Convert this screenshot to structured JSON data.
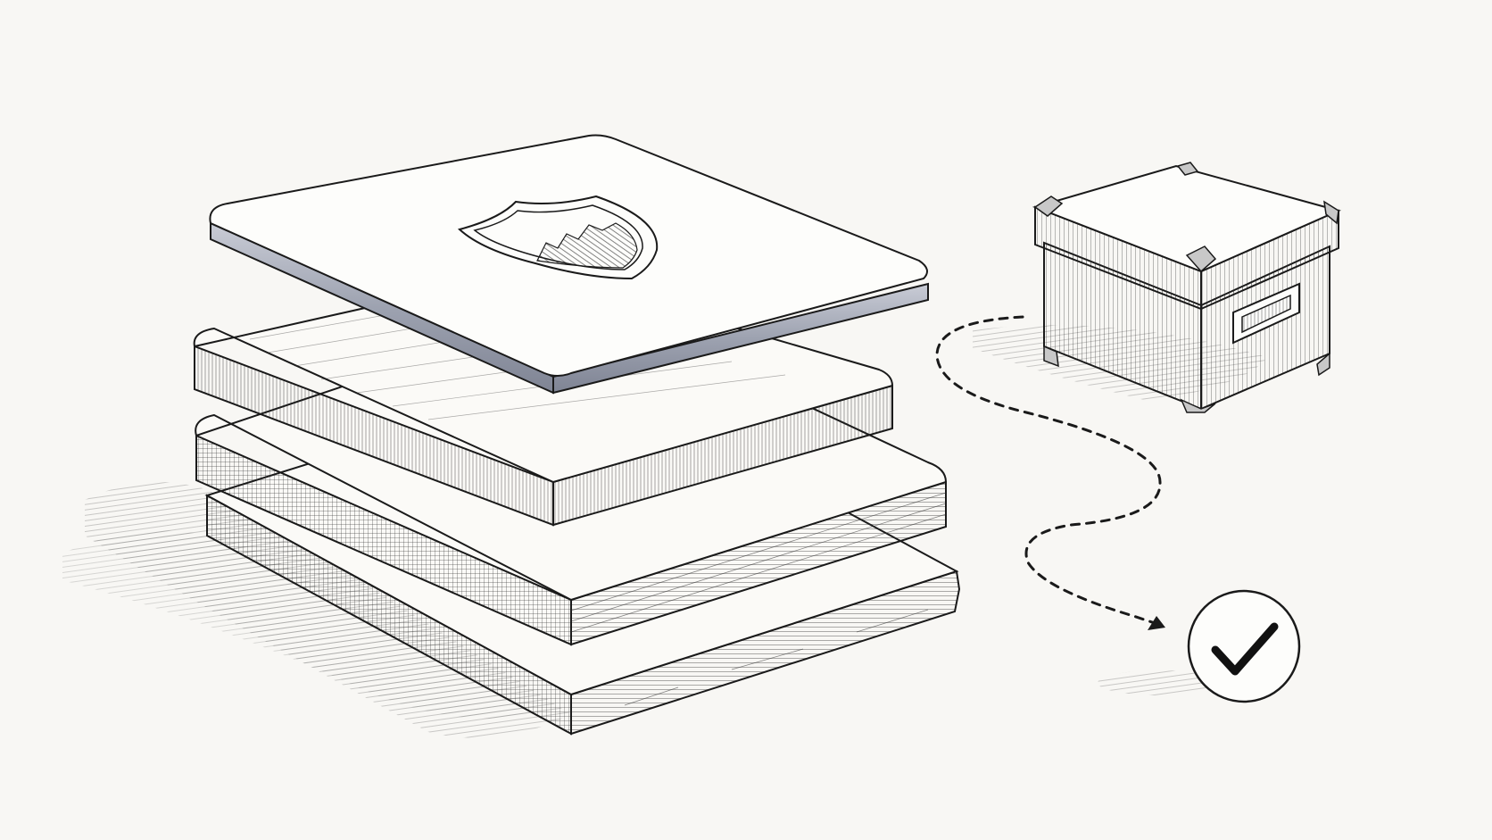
{
  "scene": {
    "background": "#f8f7f4",
    "ink": "#1a1a1a",
    "slab_count": 4,
    "top_slab_emblem": "shield-icon",
    "storage_item": "archive-box",
    "path_style": "dashed",
    "end_marker": "check-icon"
  }
}
